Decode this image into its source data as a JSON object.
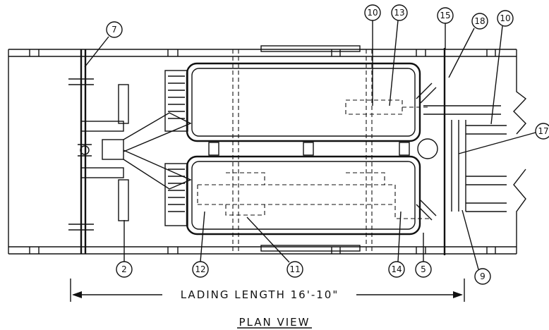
{
  "drawing": {
    "view_title": "PLAN VIEW",
    "dimension_label": "LADING LENGTH 16'-10\"",
    "callouts": [
      "7",
      "2",
      "12",
      "11",
      "10",
      "13",
      "14",
      "5",
      "15",
      "18",
      "10",
      "17",
      "9"
    ]
  }
}
